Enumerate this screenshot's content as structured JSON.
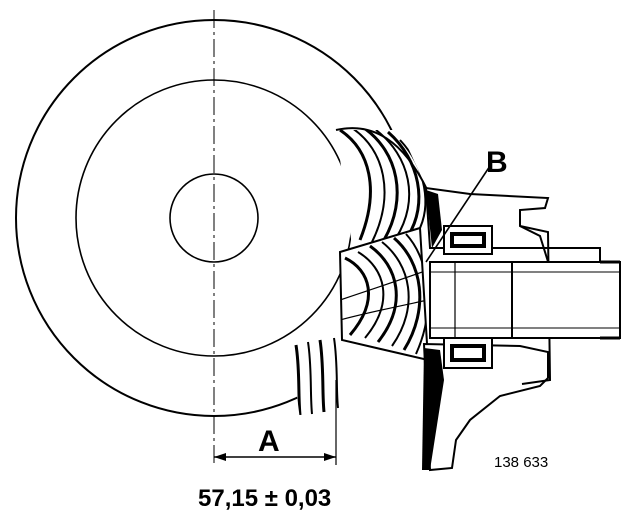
{
  "labels": {
    "a": "A",
    "b": "B",
    "dimension": "57,15 ± 0,03",
    "figure_number": "138 633"
  },
  "colors": {
    "ink": "#000000",
    "paper": "#ffffff"
  }
}
